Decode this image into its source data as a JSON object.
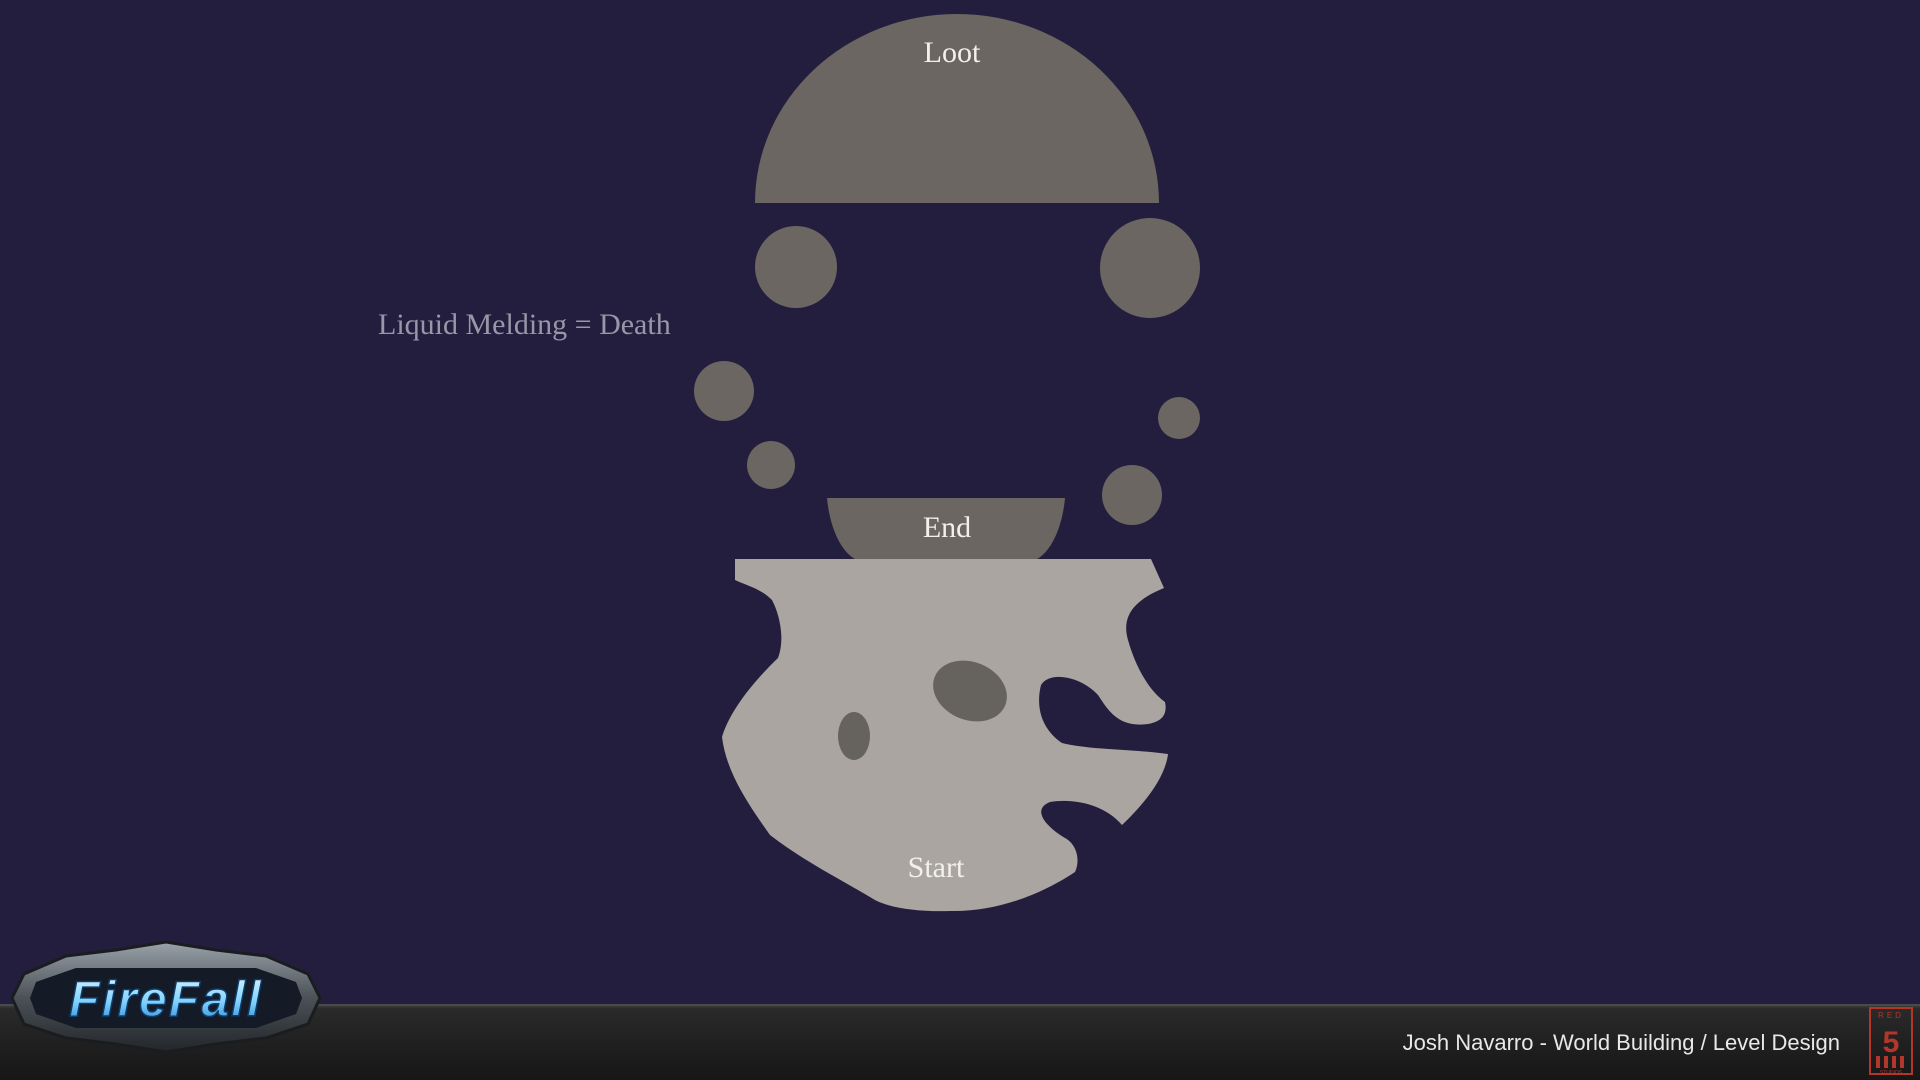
{
  "labels": {
    "loot": "Loot",
    "end": "End",
    "start": "Start",
    "note": "Liquid Melding = Death"
  },
  "footer": {
    "credit": "Josh Navarro - World Building / Level Design",
    "logo_text": "FireFall",
    "studio_text": "RED 5 STUDIOS"
  },
  "colors": {
    "background": "#231e3e",
    "dark_shape": "#6b6661",
    "light_shape": "#aaa5a1",
    "hole": "#66625d",
    "logo_blue": "#7fd2ff",
    "studio_red": "#b3362b"
  },
  "icons": {
    "logo": "firefall-logo",
    "studio": "red5-studios-logo"
  }
}
